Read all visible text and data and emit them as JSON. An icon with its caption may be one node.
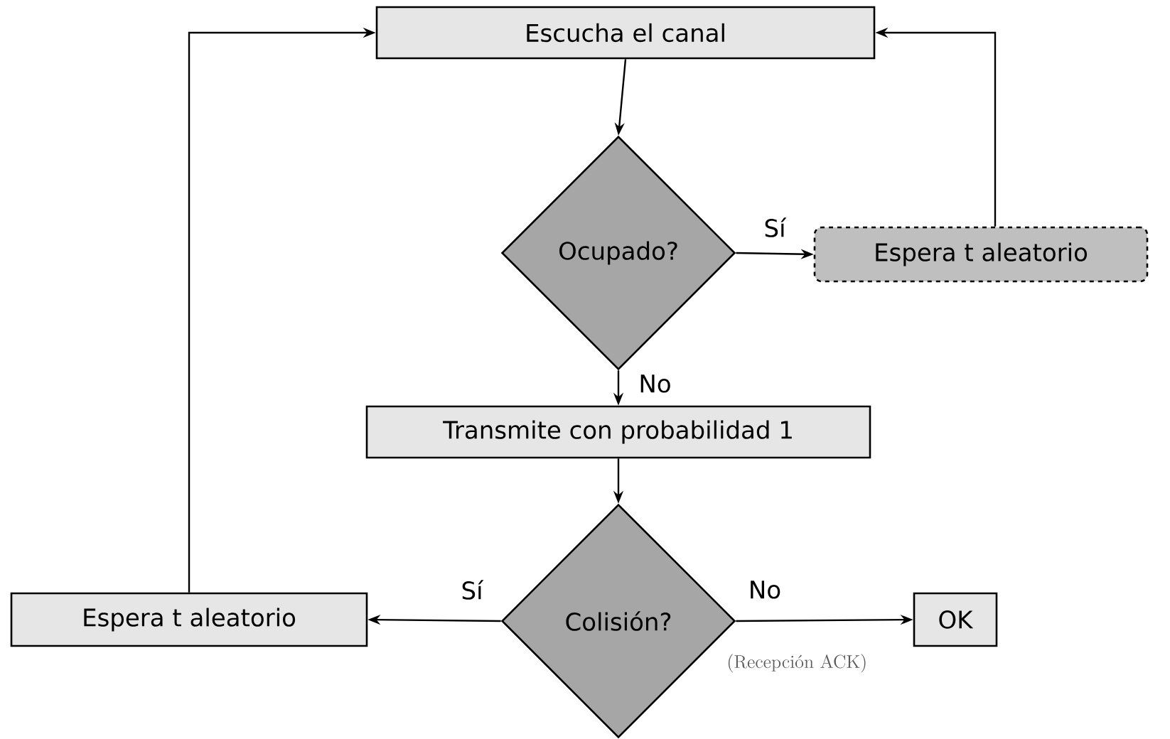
{
  "diagram": {
    "nodes": [
      {
        "text": [
          "Escucha el canal"
        ]
      },
      {
        "text": [
          "Ocupado?"
        ]
      },
      {
        "text": [
          "Espera t aleatorio"
        ]
      },
      {
        "text": [
          "Transmite con probabilidad 1"
        ]
      },
      {
        "text": [
          "Colisión?"
        ]
      },
      {
        "text": [
          "Espera t aleatorio"
        ]
      },
      {
        "text": [
          "OK"
        ]
      }
    ],
    "edges": [
      {
        "from": 0,
        "to": 1,
        "arrow": "to"
      },
      {
        "from": 1,
        "to": 2,
        "arrow": "to",
        "label": "Sí"
      },
      {
        "from": 1,
        "to": 3,
        "arrow": "to",
        "label": "No"
      },
      {
        "from": 2,
        "to": 0,
        "arrow": "to"
      },
      {
        "from": 3,
        "to": 4,
        "arrow": "to"
      },
      {
        "from": 4,
        "to": 5,
        "arrow": "to",
        "label": "Sí"
      },
      {
        "from": 4,
        "to": 6,
        "arrow": "to",
        "label": "No"
      },
      {
        "from": 5,
        "to": 0,
        "arrow": "to"
      }
    ],
    "labels": [
      "(Recepción ACK)"
    ]
  }
}
